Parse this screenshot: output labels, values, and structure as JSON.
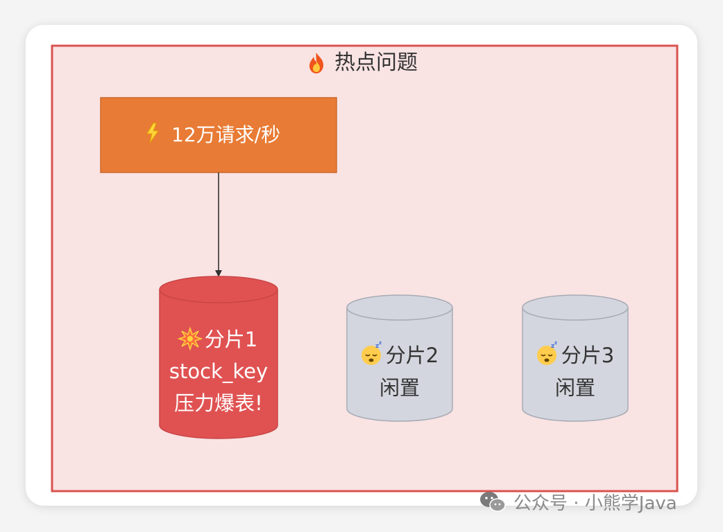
{
  "group": {
    "title": "热点问题",
    "title_icon": "fire-icon",
    "fill": "#f9e3e3",
    "stroke": "#d9534f"
  },
  "source": {
    "label": "12万请求/秒",
    "icon": "lightning-icon",
    "fill": "#e87b35"
  },
  "shards": [
    {
      "icon": "collision-icon",
      "lines": [
        "分片1",
        "stock_key",
        "压力爆表!"
      ],
      "fill": "#e05252",
      "stroke": "#c94444",
      "text_color": "#ffffff"
    },
    {
      "icon": "sleeping-face-icon",
      "lines": [
        "分片2",
        "闲置"
      ],
      "fill": "#d3d6de",
      "stroke": "#a7abb4",
      "text_color": "#333333"
    },
    {
      "icon": "sleeping-face-icon",
      "lines": [
        "分片3",
        "闲置"
      ],
      "fill": "#d3d6de",
      "stroke": "#a7abb4",
      "text_color": "#333333"
    }
  ],
  "watermark": {
    "text": "公众号 · 小熊学Java",
    "icon": "wechat-icon"
  }
}
